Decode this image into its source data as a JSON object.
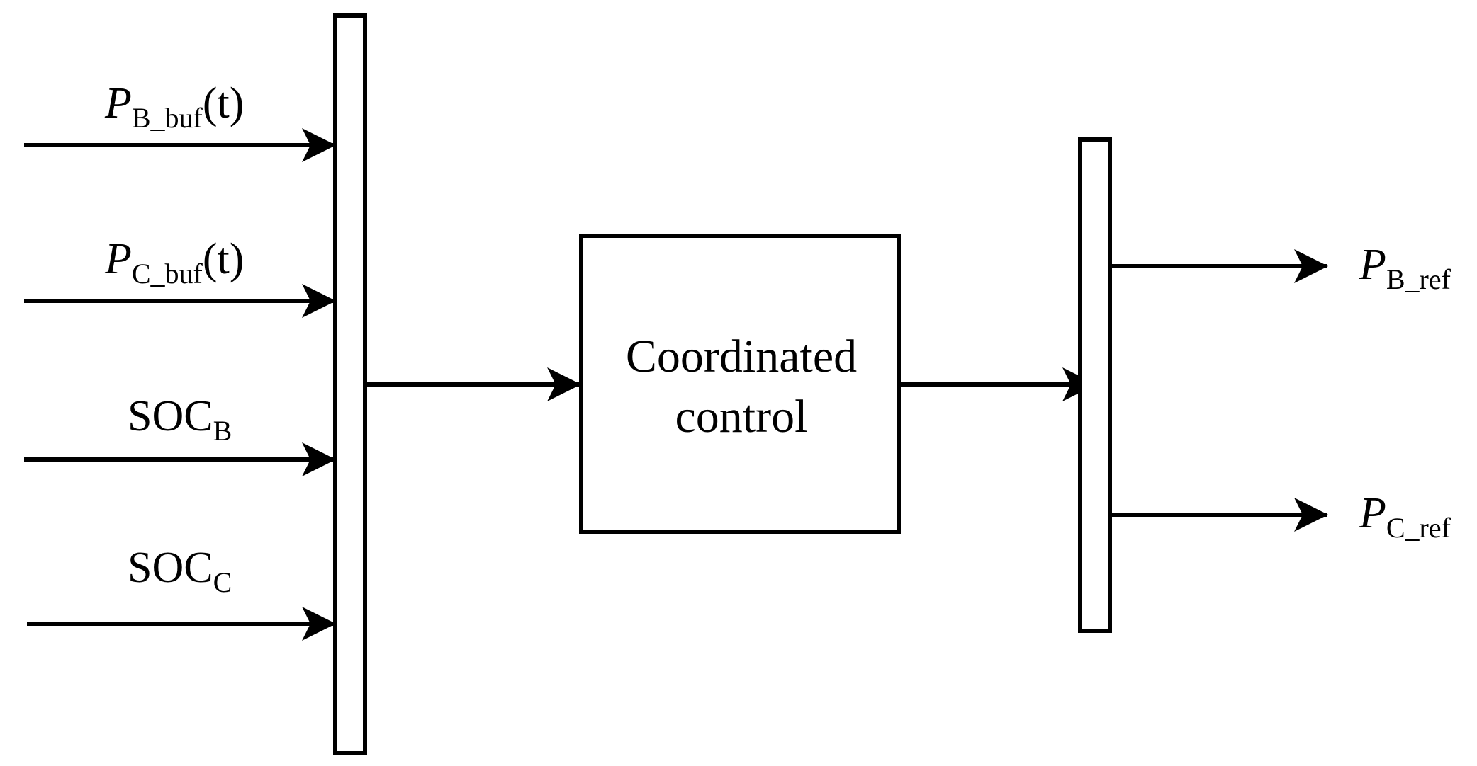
{
  "inputs": {
    "p_b_buf": {
      "base": "P",
      "sub": "B_buf",
      "suffix": "(t)"
    },
    "p_c_buf": {
      "base": "P",
      "sub": "C_buf",
      "suffix": "(t)"
    },
    "soc_b": {
      "base": "SOC",
      "sub": "B"
    },
    "soc_c": {
      "base": "SOC",
      "sub": "C"
    }
  },
  "controller": {
    "line1": "Coordinated",
    "line2": "control"
  },
  "outputs": {
    "p_b_ref": {
      "base": "P",
      "sub": "B_ref"
    },
    "p_c_ref": {
      "base": "P",
      "sub": "C_ref"
    }
  },
  "colors": {
    "stroke": "#000000",
    "background": "#ffffff"
  }
}
